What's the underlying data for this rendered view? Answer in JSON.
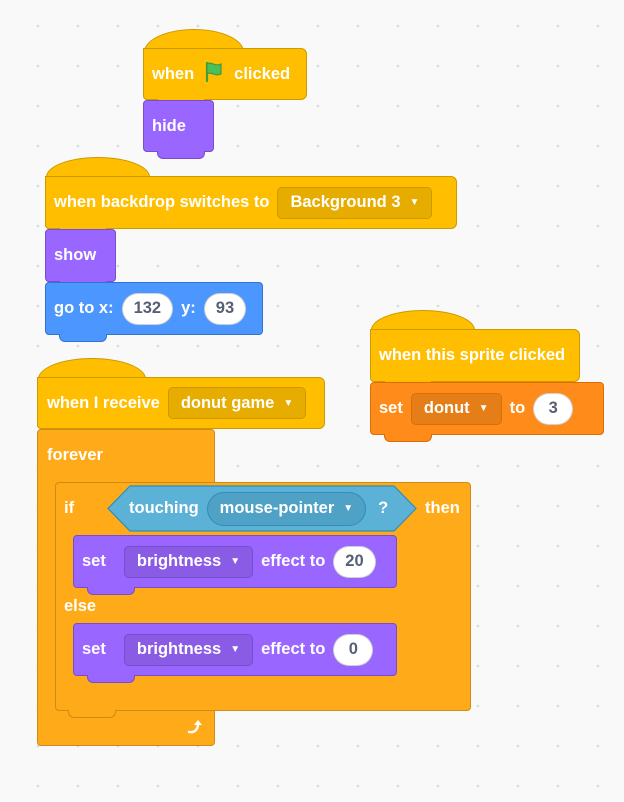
{
  "script1": {
    "hat_when": "when",
    "hat_clicked": "clicked",
    "hide": "hide"
  },
  "script2": {
    "hat_label": "when backdrop switches to",
    "backdrop": "Background 3",
    "show": "show",
    "goto_label": "go to x:",
    "x": "132",
    "y_label": "y:",
    "y": "93"
  },
  "script3": {
    "hat_label": "when this sprite clicked",
    "set_label": "set",
    "variable": "donut",
    "to_label": "to",
    "value": "3"
  },
  "script4": {
    "hat_label": "when I receive",
    "message": "donut game",
    "forever": "forever",
    "if_label": "if",
    "touching_label": "touching",
    "touching_target": "mouse-pointer",
    "question": "?",
    "then_label": "then",
    "set1_label": "set",
    "effect1": "brightness",
    "effect_to1": "effect to",
    "value1": "20",
    "else_label": "else",
    "set2_label": "set",
    "effect2": "brightness",
    "effect_to2": "effect to",
    "value2": "0"
  },
  "colors": {
    "events": "#FFBF00",
    "control": "#FFAB19",
    "looks": "#9966FF",
    "motion": "#4C97FF",
    "variables": "#FF8C1A",
    "sensing": "#5CB1D6"
  },
  "icons": {
    "flag": "green-flag-icon",
    "forever_loop": "loop-arrow-icon",
    "dropdown": "caret-down-icon"
  }
}
